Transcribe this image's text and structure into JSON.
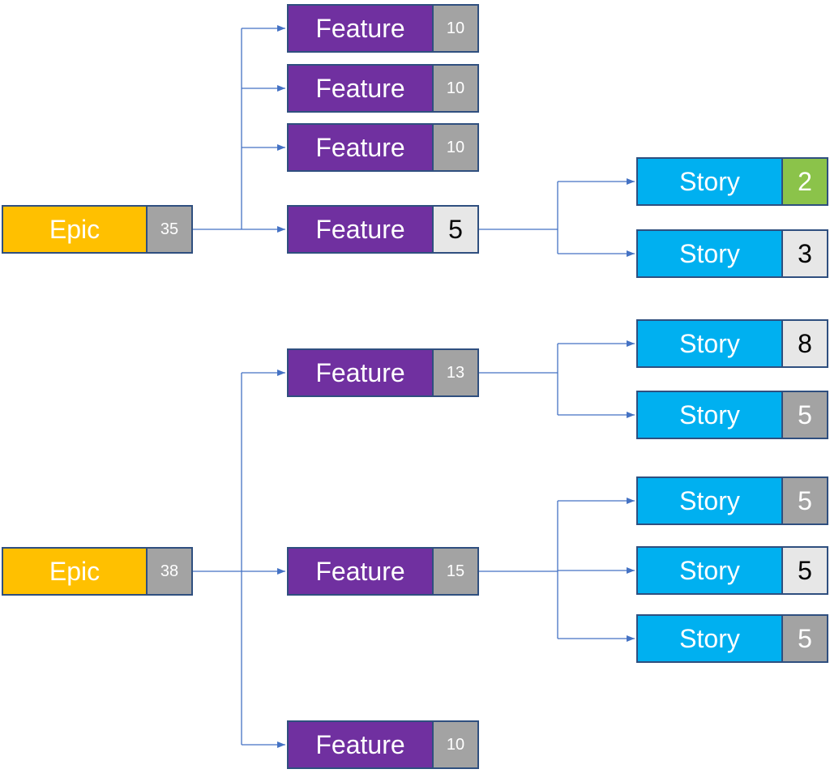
{
  "colors": {
    "epic": "#ffc000",
    "feature": "#7030a0",
    "story": "#00b0f0",
    "estimate_gray": "#a3a3a3",
    "estimate_light": "#e7e7e7",
    "estimate_green": "#8bc34a",
    "connector": "#4472c4"
  },
  "epics": [
    {
      "label": "Epic",
      "points": "35",
      "features": [
        {
          "label": "Feature",
          "points": "10",
          "estimate_style": "gray",
          "stories": []
        },
        {
          "label": "Feature",
          "points": "10",
          "estimate_style": "gray",
          "stories": []
        },
        {
          "label": "Feature",
          "points": "10",
          "estimate_style": "gray",
          "stories": []
        },
        {
          "label": "Feature",
          "points": "5",
          "estimate_style": "light",
          "stories": [
            {
              "label": "Story",
              "points": "2",
              "estimate_style": "green"
            },
            {
              "label": "Story",
              "points": "3",
              "estimate_style": "light"
            }
          ]
        }
      ]
    },
    {
      "label": "Epic",
      "points": "38",
      "features": [
        {
          "label": "Feature",
          "points": "13",
          "estimate_style": "gray",
          "stories": [
            {
              "label": "Story",
              "points": "8",
              "estimate_style": "light"
            },
            {
              "label": "Story",
              "points": "5",
              "estimate_style": "gray"
            }
          ]
        },
        {
          "label": "Feature",
          "points": "15",
          "estimate_style": "gray",
          "stories": [
            {
              "label": "Story",
              "points": "5",
              "estimate_style": "gray"
            },
            {
              "label": "Story",
              "points": "5",
              "estimate_style": "light"
            },
            {
              "label": "Story",
              "points": "5",
              "estimate_style": "gray"
            }
          ]
        },
        {
          "label": "Feature",
          "points": "10",
          "estimate_style": "gray",
          "stories": []
        }
      ]
    }
  ]
}
